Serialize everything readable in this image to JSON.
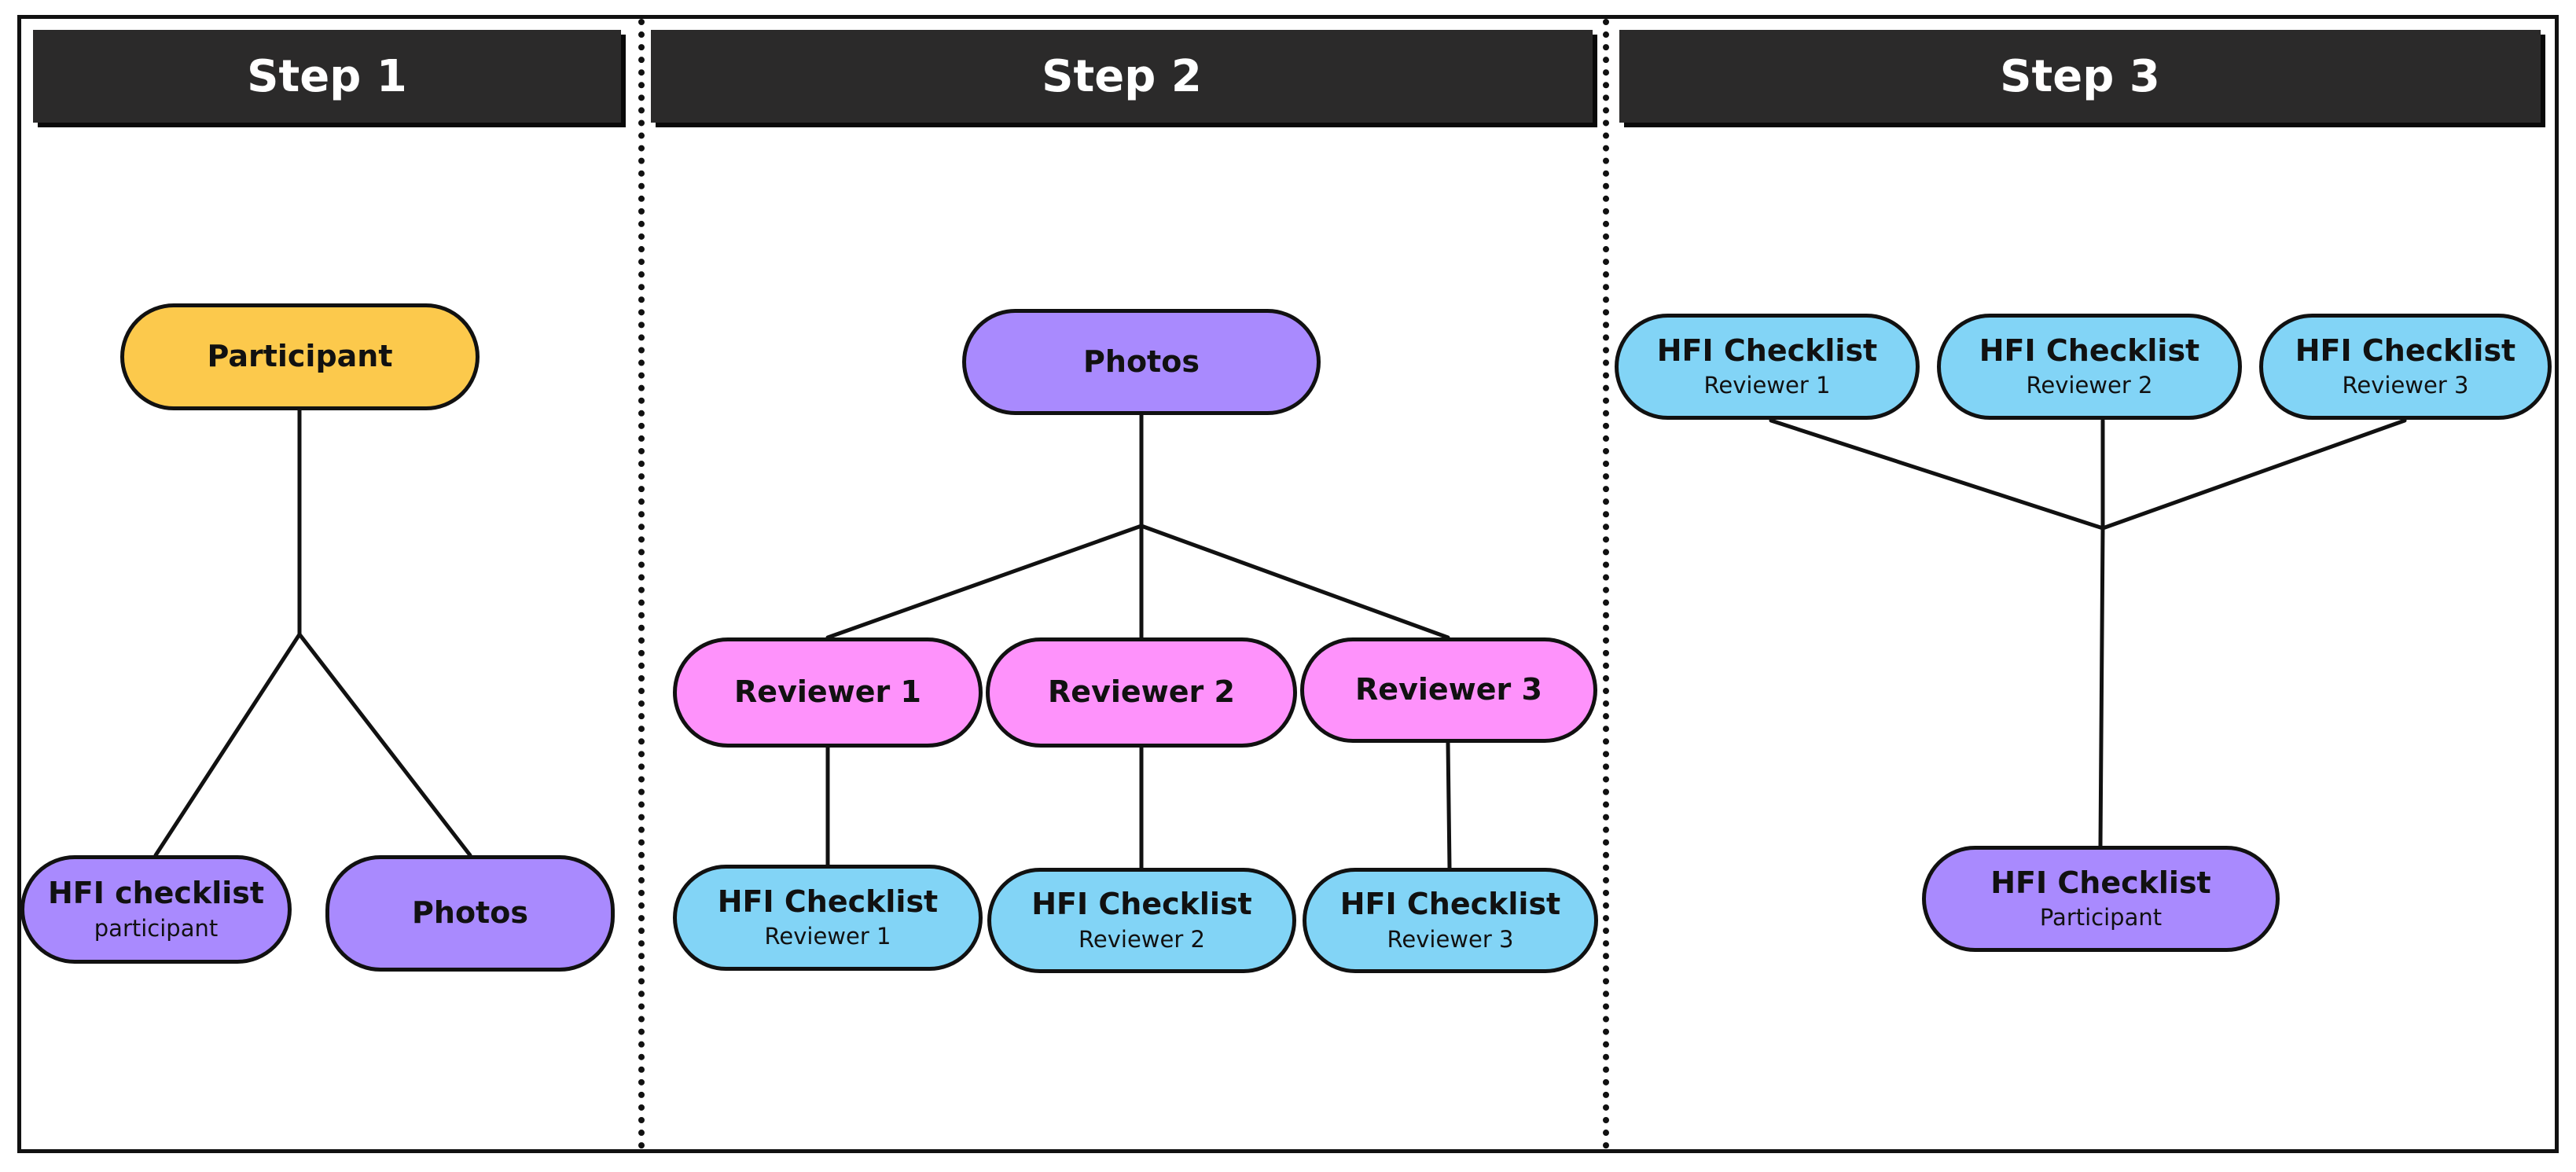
{
  "colors": {
    "participant": "#fcc94c",
    "photos": "#a98afe",
    "reviewer": "#fe92fb",
    "checklist_reviewer": "#82d4f6",
    "checklist_participant": "#a98afe",
    "header_bg": "#2b2a2a",
    "line": "#111111"
  },
  "steps": [
    {
      "label": "Step 1",
      "nodes": {
        "participant": {
          "title": "Participant"
        },
        "checklist": {
          "title": "HFI checklist",
          "sub": "participant"
        },
        "photos": {
          "title": "Photos"
        }
      }
    },
    {
      "label": "Step 2",
      "nodes": {
        "photos": {
          "title": "Photos"
        },
        "reviewers": [
          {
            "title": "Reviewer 1"
          },
          {
            "title": "Reviewer 2"
          },
          {
            "title": "Reviewer 3"
          }
        ],
        "checklists": [
          {
            "title": "HFI Checklist",
            "sub": "Reviewer 1"
          },
          {
            "title": "HFI Checklist",
            "sub": "Reviewer 2"
          },
          {
            "title": "HFI Checklist",
            "sub": "Reviewer 3"
          }
        ]
      }
    },
    {
      "label": "Step 3",
      "nodes": {
        "checklists": [
          {
            "title": "HFI Checklist",
            "sub": "Reviewer 1"
          },
          {
            "title": "HFI Checklist",
            "sub": "Reviewer 2"
          },
          {
            "title": "HFI Checklist",
            "sub": "Reviewer 3"
          }
        ],
        "result": {
          "title": "HFI Checklist",
          "sub": "Participant"
        }
      }
    }
  ]
}
